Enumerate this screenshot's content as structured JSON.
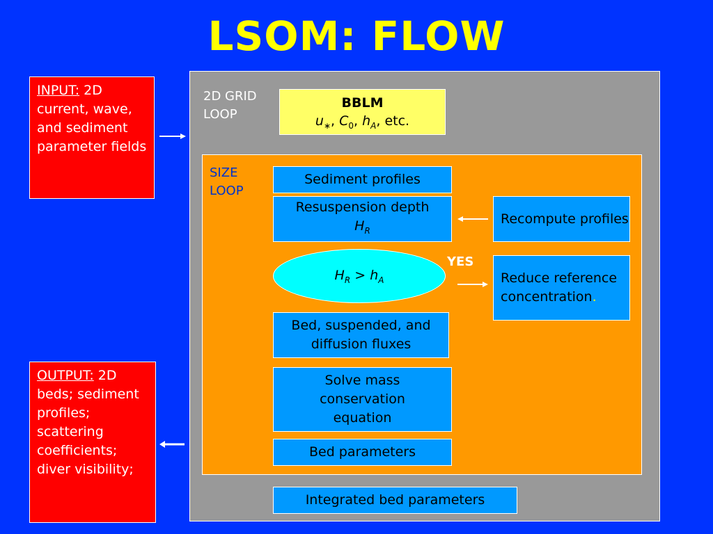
{
  "title": "LSOM: FLOW",
  "input": {
    "label": "INPUT:",
    "text": " 2D current, wave, and sediment parameter fields"
  },
  "output": {
    "label": "OUTPUT:",
    "text": " 2D beds; sediment profiles; scattering coefficients; diver visibility;"
  },
  "grid_loop": {
    "line1": "2D GRID",
    "line2": "LOOP"
  },
  "bblm": {
    "title": "BBLM",
    "u": "u",
    "u_sub": "∗",
    "c": "C",
    "c_sub": "0",
    "h": "h",
    "h_sub": "A",
    "rest": ", etc."
  },
  "size_loop": {
    "line1": "SIZE",
    "line2": "LOOP"
  },
  "sediment_profiles": "Sediment profiles",
  "resuspension": {
    "line1": "Resuspension depth",
    "sym": "H",
    "sub": "R"
  },
  "condition": {
    "lhs": "H",
    "lhs_sub": "R",
    "op": " > ",
    "rhs": "h",
    "rhs_sub": "A"
  },
  "yes_label": "YES",
  "recompute": "Recompute profiles",
  "reduce": "Reduce reference concentration",
  "reduce_period": ".",
  "fluxes": "Bed, suspended, and diffusion fluxes",
  "mass": "Solve mass conservation equation",
  "bed_params": "Bed parameters",
  "integrated": "Integrated bed parameters",
  "colors": {
    "background": "#0033ff",
    "title": "#ffff00",
    "io_box": "#ff0000",
    "grid_panel": "#999999",
    "size_panel": "#ff9900",
    "step_box": "#0099ff",
    "bblm_box": "#ffff66",
    "decision": "#00ffff"
  }
}
